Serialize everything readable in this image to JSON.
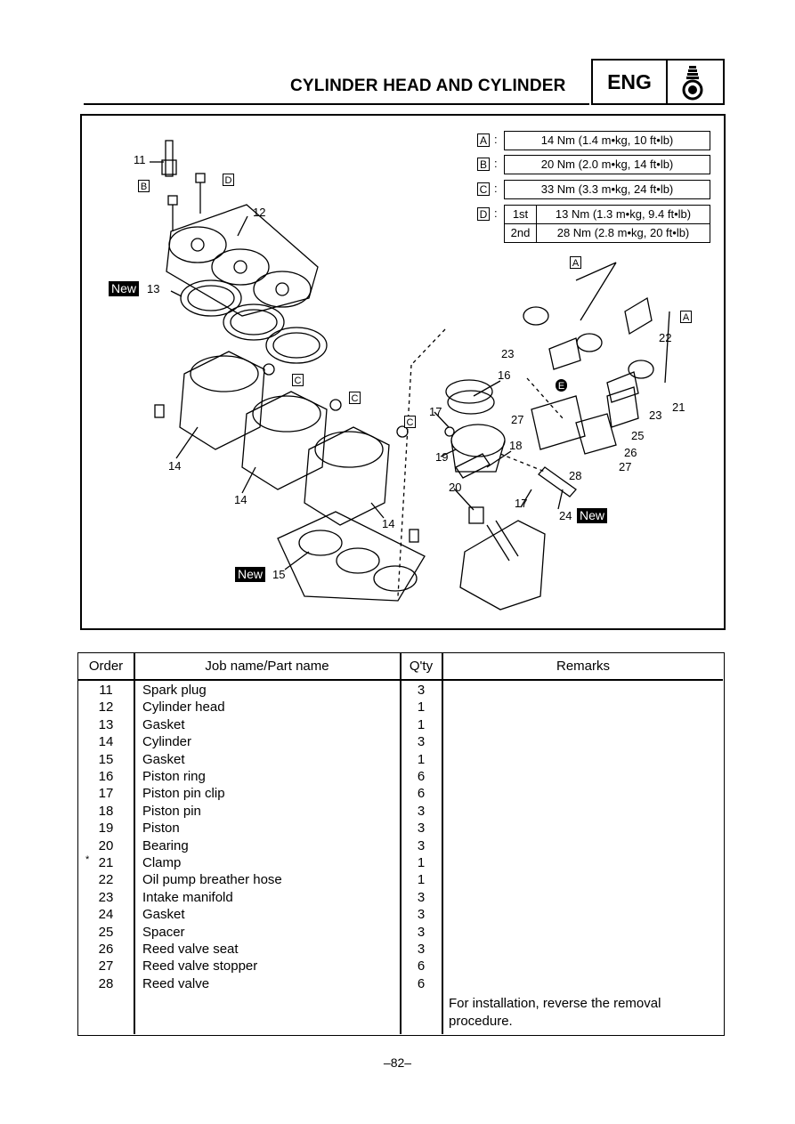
{
  "header": {
    "title": "CYLINDER HEAD AND CYLINDER",
    "section": "ENG",
    "section_icon": "engine-icon"
  },
  "torque_specs": [
    {
      "key": "A",
      "value": "14 Nm (1.4 m•kg, 10 ft•lb)"
    },
    {
      "key": "B",
      "value": "20 Nm (2.0 m•kg, 14 ft•lb)"
    },
    {
      "key": "C",
      "value": "33 Nm (3.3 m•kg, 24 ft•lb)"
    },
    {
      "key": "D",
      "steps": [
        {
          "step": "1st",
          "value": "13 Nm (1.3 m•kg, 9.4 ft•lb)"
        },
        {
          "step": "2nd",
          "value": "28 Nm (2.8 m•kg, 20 ft•lb)"
        }
      ]
    }
  ],
  "diagram": {
    "new_label": "New",
    "callouts": [
      "11",
      "12",
      "13",
      "14",
      "14",
      "14",
      "15",
      "16",
      "17",
      "17",
      "18",
      "19",
      "20",
      "21",
      "22",
      "23",
      "23",
      "24",
      "25",
      "26",
      "27",
      "27",
      "28"
    ],
    "keys": [
      "B",
      "D",
      "C",
      "C",
      "C",
      "A",
      "A",
      "E"
    ]
  },
  "table": {
    "headers": [
      "Order",
      "Job name/Part name",
      "Q'ty",
      "Remarks"
    ],
    "rows": [
      {
        "order": "11",
        "name": "Spark plug",
        "qty": "3"
      },
      {
        "order": "12",
        "name": "Cylinder head",
        "qty": "1"
      },
      {
        "order": "13",
        "name": "Gasket",
        "qty": "1"
      },
      {
        "order": "14",
        "name": "Cylinder",
        "qty": "3"
      },
      {
        "order": "15",
        "name": "Gasket",
        "qty": "1"
      },
      {
        "order": "16",
        "name": "Piston ring",
        "qty": "6"
      },
      {
        "order": "17",
        "name": "Piston pin clip",
        "qty": "6"
      },
      {
        "order": "18",
        "name": "Piston pin",
        "qty": "3"
      },
      {
        "order": "19",
        "name": "Piston",
        "qty": "3"
      },
      {
        "order": "20",
        "name": "Bearing",
        "qty": "3"
      },
      {
        "order": "21",
        "name": "Clamp",
        "qty": "1",
        "mark": "*"
      },
      {
        "order": "22",
        "name": "Oil pump breather hose",
        "qty": "1"
      },
      {
        "order": "23",
        "name": "Intake manifold",
        "qty": "3"
      },
      {
        "order": "24",
        "name": "Gasket",
        "qty": "3"
      },
      {
        "order": "25",
        "name": "Spacer",
        "qty": "3"
      },
      {
        "order": "26",
        "name": "Reed valve seat",
        "qty": "3"
      },
      {
        "order": "27",
        "name": "Reed valve stopper",
        "qty": "6"
      },
      {
        "order": "28",
        "name": "Reed valve",
        "qty": "6"
      }
    ],
    "remark": "For installation, reverse the removal procedure."
  },
  "footer": {
    "page_number": "–82–"
  }
}
